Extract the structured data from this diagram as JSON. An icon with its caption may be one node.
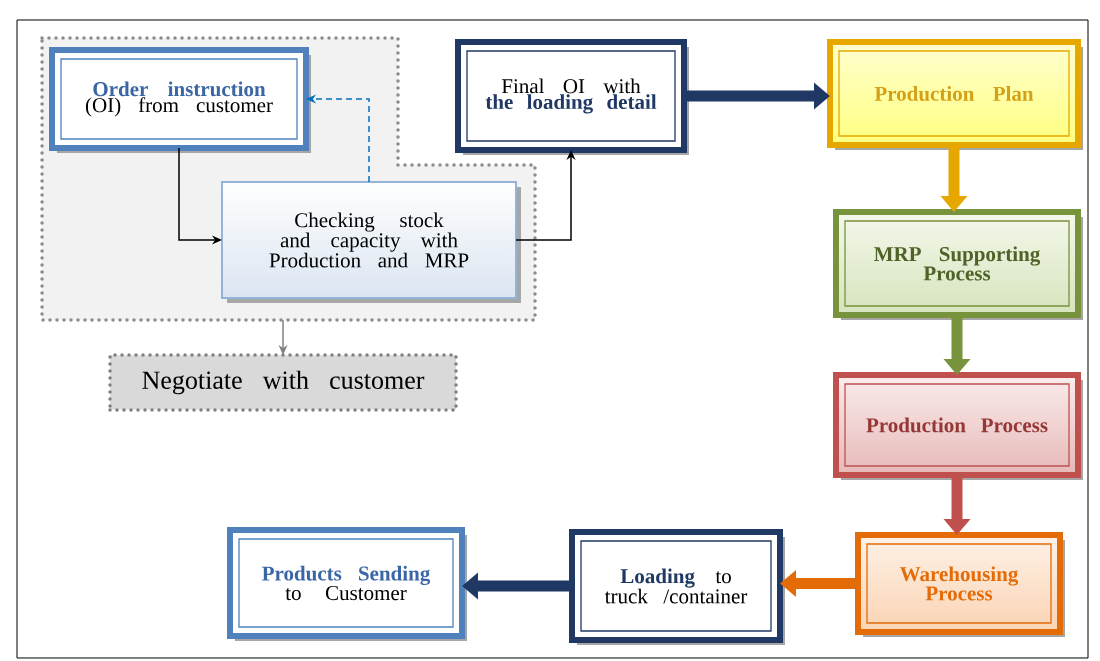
{
  "diagram": {
    "nodes": [
      {
        "text": [],
        "shape": "box"
      },
      {
        "text": [
          "Order instruction",
          "(OI) from customer"
        ],
        "in": 0
      },
      {
        "text": [
          "Checking stock and capacity with Production and MRP"
        ],
        "in": 0
      },
      {
        "text": [
          "Negotiate with customer"
        ]
      },
      {
        "text": [
          "Final OI with",
          "the loading detail"
        ]
      },
      {
        "text": [
          "Production Plan"
        ]
      },
      {
        "text": [
          "MRP Supporting Process"
        ]
      },
      {
        "text": [
          "Production Process"
        ]
      },
      {
        "text": [
          "Warehousing Process"
        ]
      },
      {
        "text": [
          "Loading",
          "to truck /container"
        ]
      },
      {
        "text": [
          "Products Sending",
          "to Customer"
        ]
      }
    ],
    "edges": [
      {
        "from": 1,
        "to": 2,
        "arrow": "to"
      },
      {
        "from": 2,
        "to": 1,
        "arrow": "to",
        "style": "dashed",
        "color": "#0070c0"
      },
      {
        "from": 2,
        "to": 4,
        "arrow": "to"
      },
      {
        "from": 0,
        "to": 3,
        "arrow": "to",
        "color": "#808080"
      },
      {
        "from": 4,
        "to": 5,
        "arrow": "to",
        "color": "#1f3864"
      },
      {
        "from": 5,
        "to": 6,
        "arrow": "to",
        "color": "#e6a800"
      },
      {
        "from": 6,
        "to": 7,
        "arrow": "to",
        "color": "#77933c"
      },
      {
        "from": 7,
        "to": 8,
        "arrow": "to",
        "color": "#c0504d"
      },
      {
        "from": 8,
        "to": 9,
        "arrow": "to",
        "color": "#e36c09"
      },
      {
        "from": 9,
        "to": 10,
        "arrow": "to",
        "color": "#1f3864"
      }
    ]
  }
}
